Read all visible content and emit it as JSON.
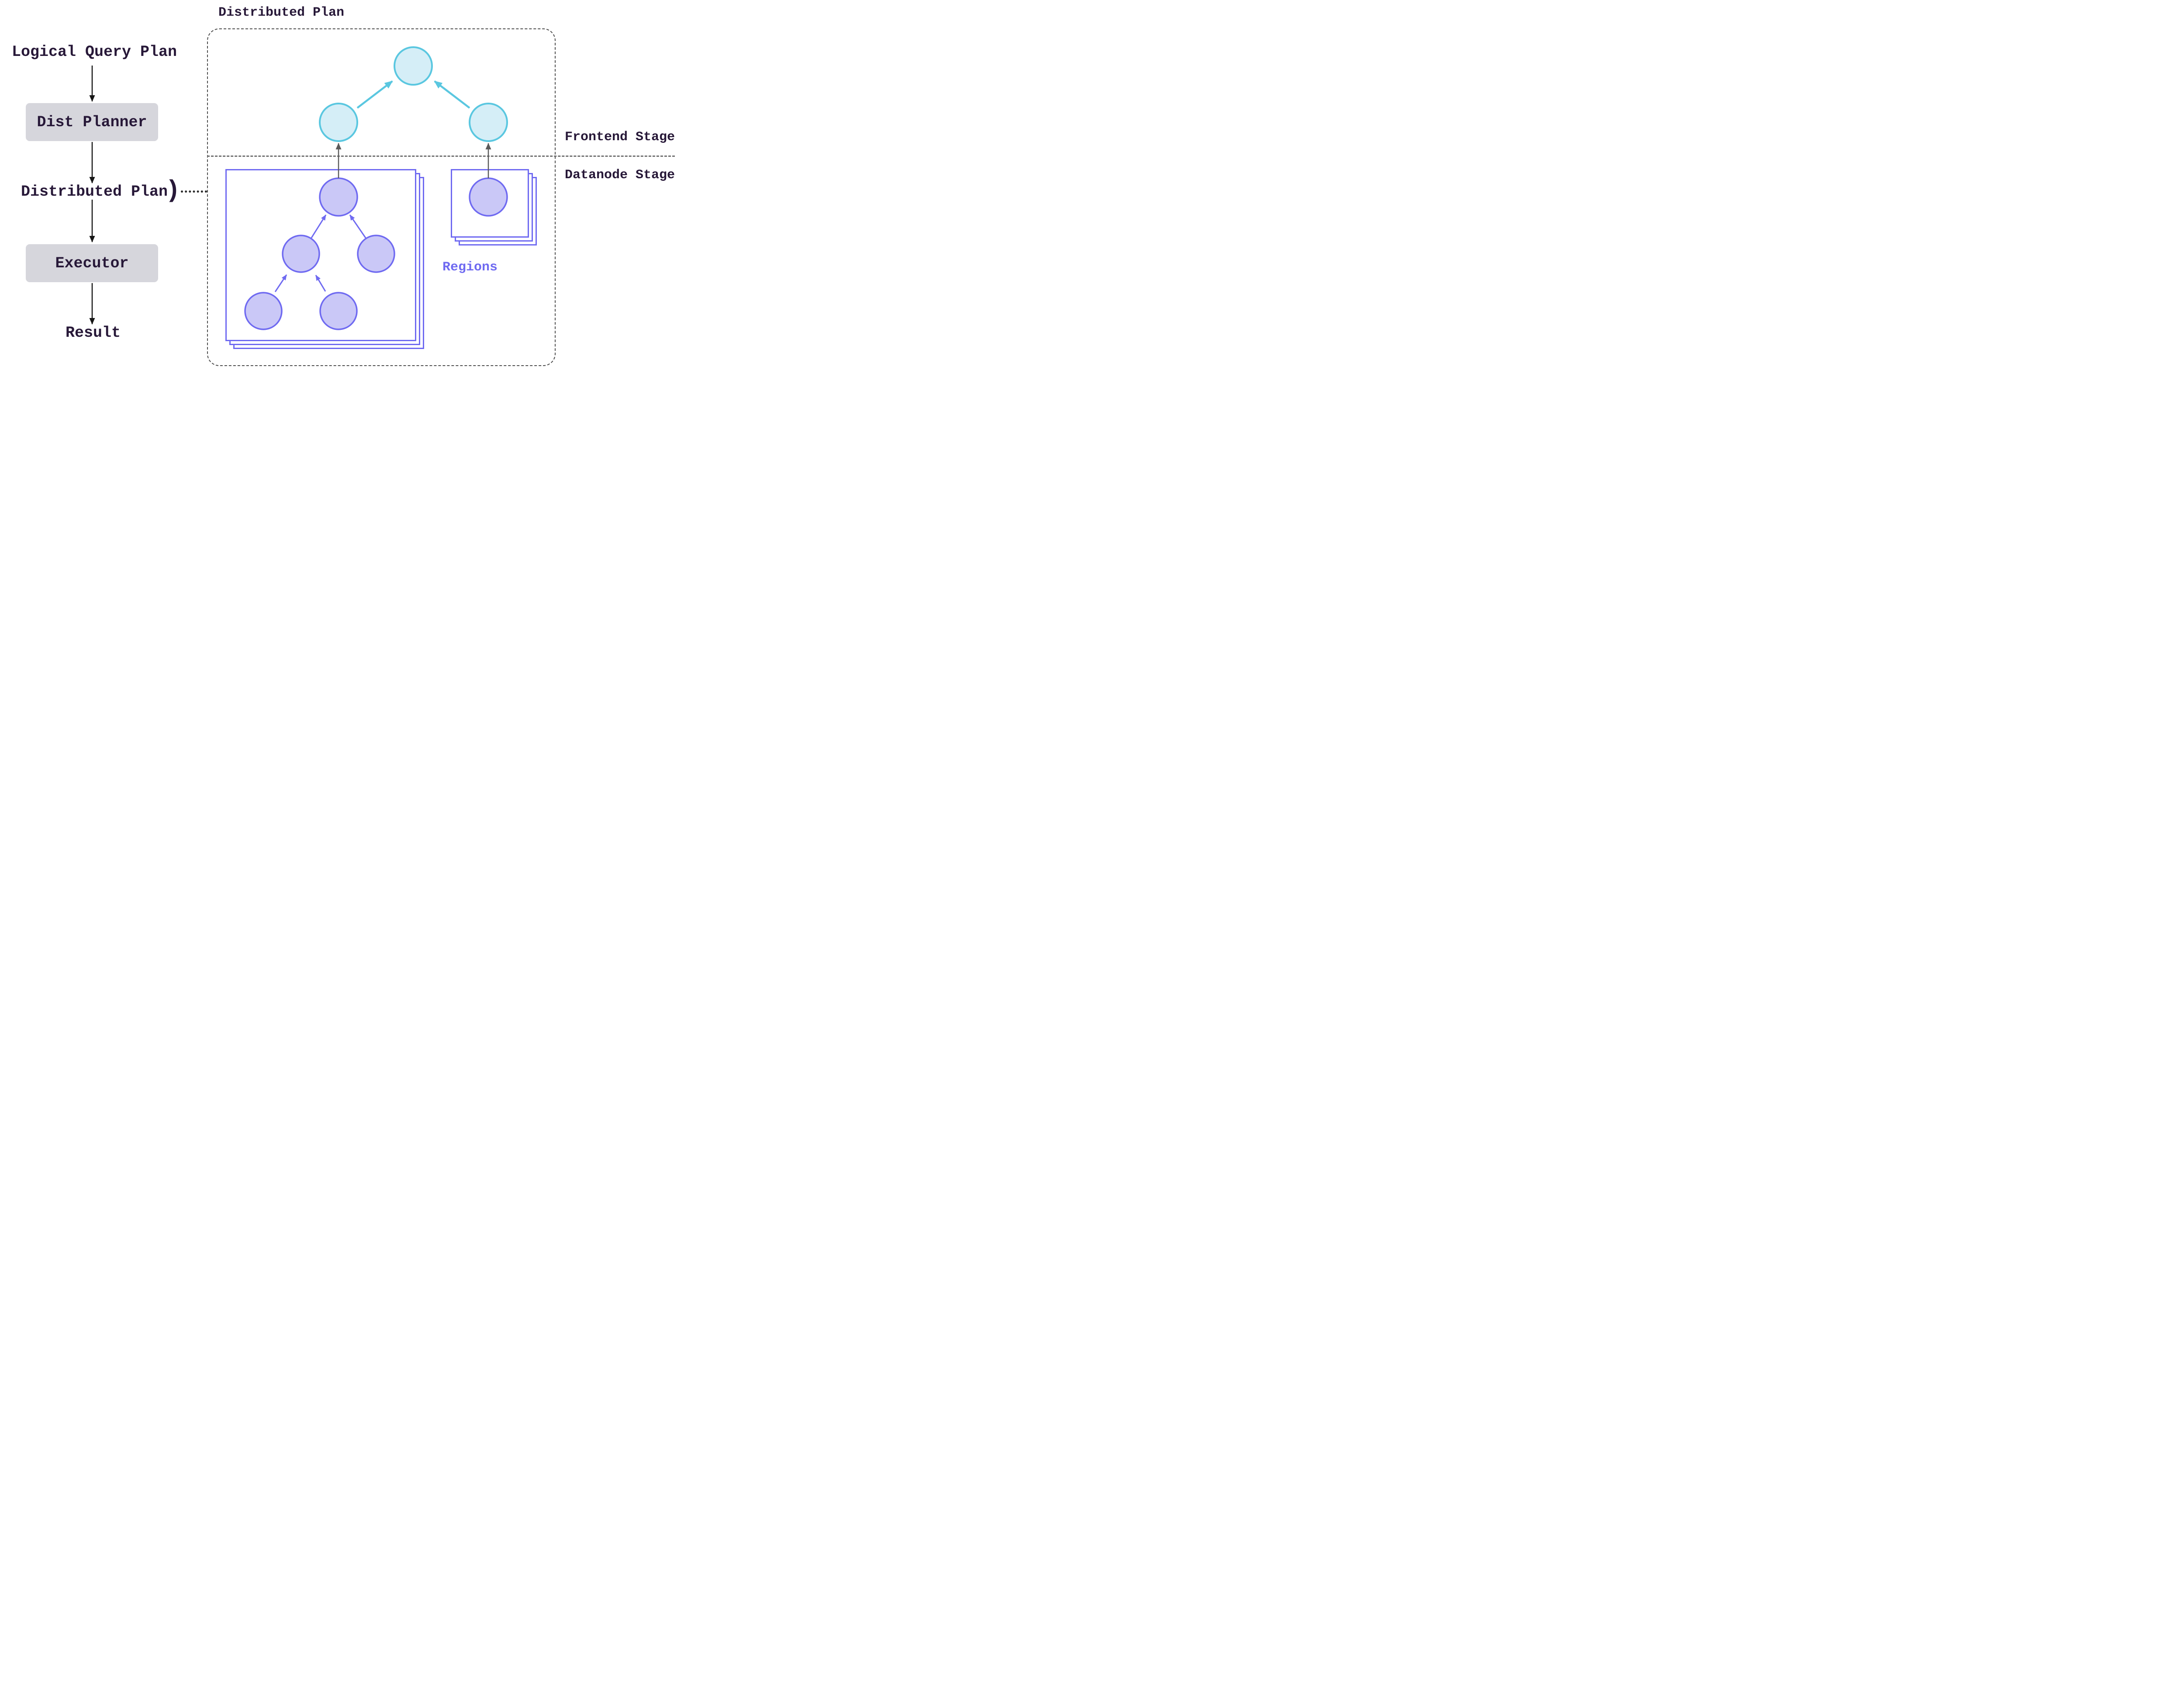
{
  "left_flow": {
    "logical_query_plan": "Logical Query Plan",
    "dist_planner": "Dist Planner",
    "distributed_plan": "Distributed Plan",
    "bracket": ")",
    "executor": "Executor",
    "result": "Result"
  },
  "plan_container": {
    "title": "Distributed Plan",
    "frontend_stage_label": "Frontend Stage",
    "datanode_stage_label": "Datanode Stage",
    "regions_label": "Regions"
  },
  "colors": {
    "frontend_node_fill": "#d5eef7",
    "frontend_node_border": "#5ac7e0",
    "datanode_node_fill": "#cac8f7",
    "datanode_node_border": "#6f6af1",
    "process_box_fill": "#d6d6dc",
    "text": "#271838",
    "regions_text": "#6f6af1",
    "gray_arrow": "#5a5a5a",
    "container_dash": "#4e4e4e"
  }
}
